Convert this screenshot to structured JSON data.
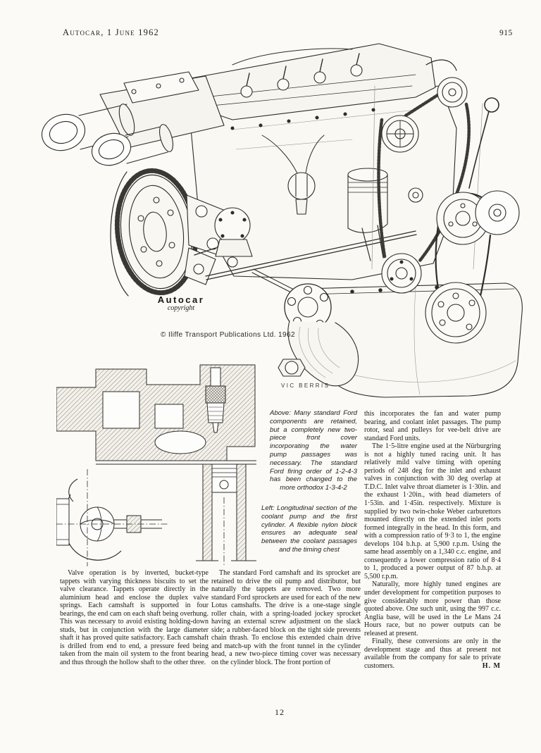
{
  "header": {
    "issue": "Autocar, 1 June 1962",
    "page_number": "915"
  },
  "illustration": {
    "credit_title": "Autocar",
    "credit_subtitle": "copyright",
    "copyright_line": "© Iliffe Transport Publications Ltd. 1962",
    "artist": "VIC BERRIS",
    "engine_art_alt": "cutaway-drawing-of-lotus-ford-twin-cam-engine",
    "section_art_alt": "longitudinal-section-of-coolant-pump-and-first-cylinder"
  },
  "captions": {
    "above": "Above: Many standard Ford components are retained, but a completely new two-piece front cover incorporating the water pump passages was necessary. The standard Ford firing order of 1-2-4-3 has been changed to the more orthodox 1-3-4-2",
    "left": "Left: Longitudinal section of the coolant pump and the first cylinder. A flexible nylon block ensures an adequate seal between the coolant passages and the timing chest"
  },
  "article": {
    "col1_paragraphs": [
      "Valve operation is by inverted, bucket-type tappets with varying thickness biscuits to set the valve clearance.  Tappets operate directly in the aluminium head and enclose the duplex valve springs. Each camshaft is supported in four bearings, the end cam on each shaft being overhung. This was necessary to avoid existing holding-down studs, but in conjunction with the large diameter shaft it has proved quite satisfactory.  Each camshaft is drilled from end to end, a pressure feed being taken from the main oil system to the front bearing and thus through the hollow shaft to the other three."
    ],
    "col2_paragraphs": [
      "The standard Ford camshaft and its sprocket are retained to drive the oil pump and distributor, but naturally the tappets are removed.  Two more standard Ford sprockets are used for each of the new Lotus camshafts.  The drive is a one-stage single roller chain, with a spring-loaded jockey sprocket having an external screw adjustment on the slack side; a rubber-faced block on the tight side prevents chain thrash.  To enclose this extended chain drive and match-up with the front tunnel in the cylinder head, a new two-piece timing cover was necessary on the cylinder block.  The front portion of"
    ],
    "col3_paragraphs": [
      "this incorporates the fan and water pump bearing, and coolant inlet passages.  The pump rotor, seal and pulleys for vee-belt drive are standard Ford units.",
      "The 1·5-litre engine used at the Nürburgring is not a highly tuned racing unit.  It has relatively mild valve timing with opening periods of 248 deg for the inlet and exhaust valves in conjunction with 30 deg overlap at T.D.C.  Inlet valve throat diameter is 1·30in. and the exhaust 1·20in., with head diameters of 1·53in. and 1·45in. respectively.  Mixture is supplied by two twin-choke Weber carburettors mounted directly on the extended inlet ports formed integrally in the head.  In this form, and with a compression ratio of 9·3 to 1, the engine develops 104 b.h.p. at 5,900 r.p.m.  Using the same head assembly on a 1,340 c.c. engine, and consequently a lower compression ratio of 8·4 to 1, produced a power output of 87 b.h.p. at 5,500 r.p.m.",
      "Naturally, more highly tuned engines are under development for competition purposes to give considerably more power than those quoted above.  One such unit, using the 997 c.c. Anglia base, will be used in the Le Mans 24 Hours race, but no power outputs can be released at present.",
      "Finally, these conversions are only in the development stage and thus at present not available from the company for sale to private customers."
    ],
    "byline_initials": "H. M"
  },
  "footer": {
    "page_number": "12"
  }
}
